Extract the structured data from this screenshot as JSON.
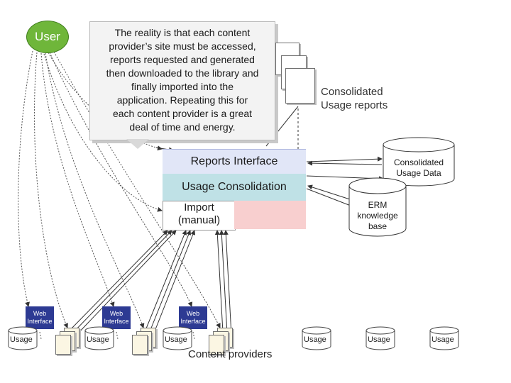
{
  "user": {
    "label": "User"
  },
  "callout": {
    "lines": [
      "The reality is that each content",
      "provider’s site must be accessed,",
      "reports requested and generated",
      "then downloaded to the library and",
      "finally imported into the",
      "application. Repeating this for",
      "each content provider is a great",
      "deal of time and energy."
    ]
  },
  "reports_output": {
    "lines": [
      "Consolidated",
      "Usage reports"
    ]
  },
  "layers": {
    "reports_interface": "Reports Interface",
    "usage_consolidation": "Usage Consolidation",
    "import_lines": [
      "Import",
      "(manual)"
    ]
  },
  "databases": {
    "consolidated": [
      "Consolidated",
      "Usage Data"
    ],
    "erm": [
      "ERM",
      "knowledge",
      "base"
    ]
  },
  "web_interface": {
    "lines": [
      "Web",
      "Interface"
    ]
  },
  "usage_label": "Usage",
  "content_providers": "Content providers",
  "colors": {
    "user": "#6fb63a",
    "web_interface": "#2d3a93",
    "reports_layer": "#e1e6f7",
    "consolidation_layer": "#bfe1e6",
    "import_pink": "#f8cfcf"
  }
}
